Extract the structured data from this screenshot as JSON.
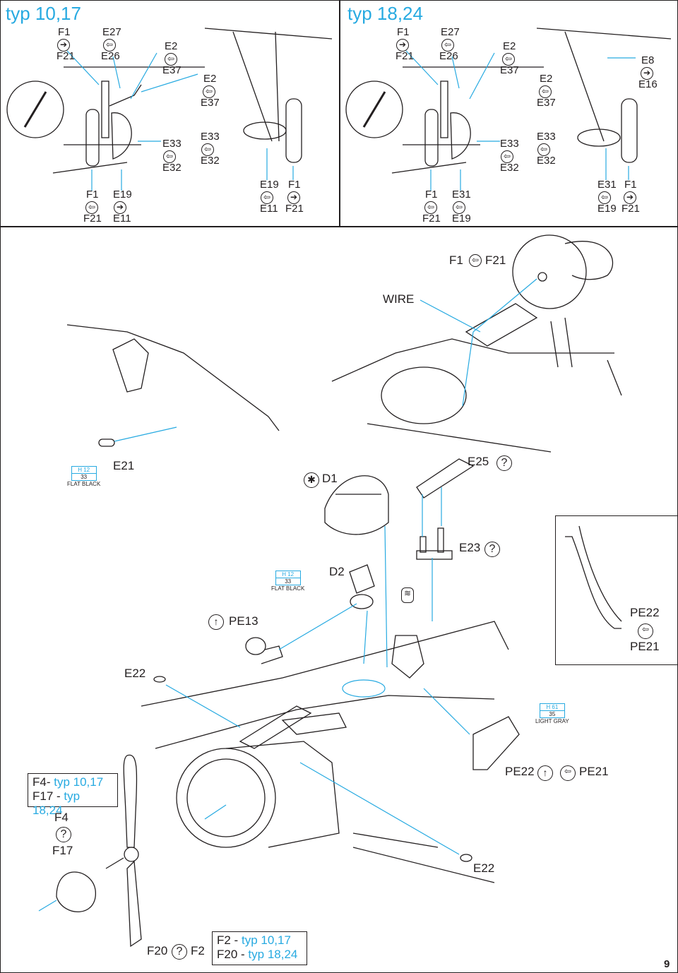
{
  "panels": {
    "left_title": "typ 10,17",
    "right_title": "typ 18,24"
  },
  "labels_left": {
    "f1": "F1",
    "f21": "F21",
    "e27": "E27",
    "e26": "E26",
    "e2a": "E2",
    "e37a": "E37",
    "e2b": "E2",
    "e37b": "E37",
    "e33a": "E33",
    "e32a": "E32",
    "e33b": "E33",
    "e32b": "E32",
    "b_f1": "F1",
    "b_f21": "F21",
    "b_e19": "E19",
    "b_e11": "E11",
    "r_e19": "E19",
    "r_e11": "E11",
    "r_f1": "F1",
    "r_f21": "F21"
  },
  "labels_right": {
    "f1": "F1",
    "f21": "F21",
    "e27": "E27",
    "e26": "E26",
    "e2a": "E2",
    "e37a": "E37",
    "e2b": "E2",
    "e37b": "E37",
    "e8": "E8",
    "e16": "E16",
    "e33a": "E33",
    "e32a": "E32",
    "e33b": "E33",
    "e32b": "E32",
    "b_f1": "F1",
    "b_f21": "F21",
    "b_e31": "E31",
    "b_e19": "E19",
    "r_e31": "E31",
    "r_e19": "E19",
    "r_f1": "F1",
    "r_f21": "F21"
  },
  "main": {
    "f1": "F1",
    "f21": "F21",
    "wire": "WIRE",
    "e21": "E21",
    "d1": "D1",
    "e25": "E25",
    "e23": "E23",
    "d2": "D2",
    "pe13": "PE13",
    "pe22a": "PE22",
    "pe21a": "PE21",
    "e22a": "E22",
    "e22b": "E22",
    "pe22b": "PE22",
    "pe21b": "PE21",
    "f4": "F4",
    "f17": "F17",
    "f20": "F20",
    "f2": "F2",
    "page_number": "9"
  },
  "paints": [
    {
      "code": "H 12",
      "num": "33",
      "name": "FLAT BLACK"
    },
    {
      "code": "H 12",
      "num": "33",
      "name": "FLAT BLACK"
    },
    {
      "code": "H 61",
      "num": "35",
      "name": "LIGHT GRAY"
    }
  ],
  "notes": {
    "prop_a_part": "F4-",
    "prop_a_typ": "typ 10,17",
    "prop_b_part": "F17 -",
    "prop_b_typ": "typ 18,24",
    "spin_a_part": "F2 -",
    "spin_a_typ": "typ 10,17",
    "spin_b_part": "F20 -",
    "spin_b_typ": "typ 18,24"
  },
  "colors": {
    "accent": "#27aae1",
    "ink": "#231f20"
  }
}
